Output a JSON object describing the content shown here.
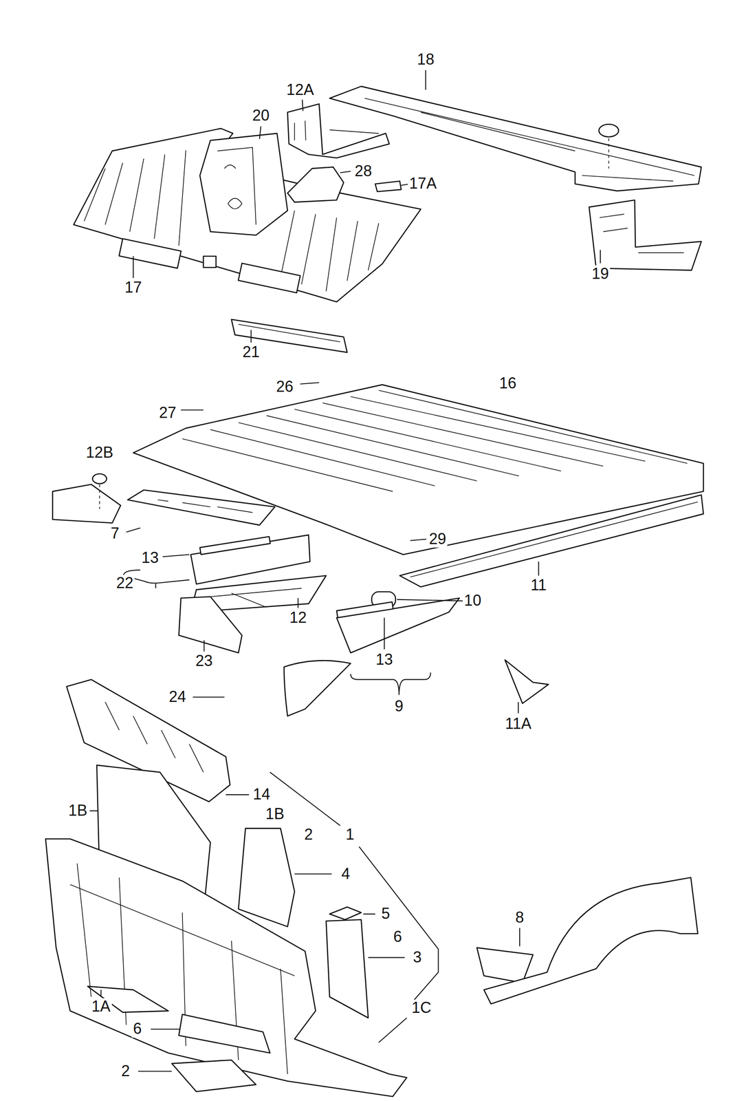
{
  "diagram": {
    "labels": [
      "18",
      "12A",
      "20",
      "28",
      "17A",
      "17",
      "19",
      "21",
      "26",
      "16",
      "27",
      "12B",
      "7",
      "13",
      "29",
      "22",
      "11",
      "10",
      "12",
      "23",
      "13",
      "24",
      "9",
      "11A",
      "14",
      "1B",
      "1B",
      "2",
      "1",
      "4",
      "5",
      "6",
      "3",
      "1A",
      "1C",
      "8",
      "6",
      "2"
    ]
  }
}
